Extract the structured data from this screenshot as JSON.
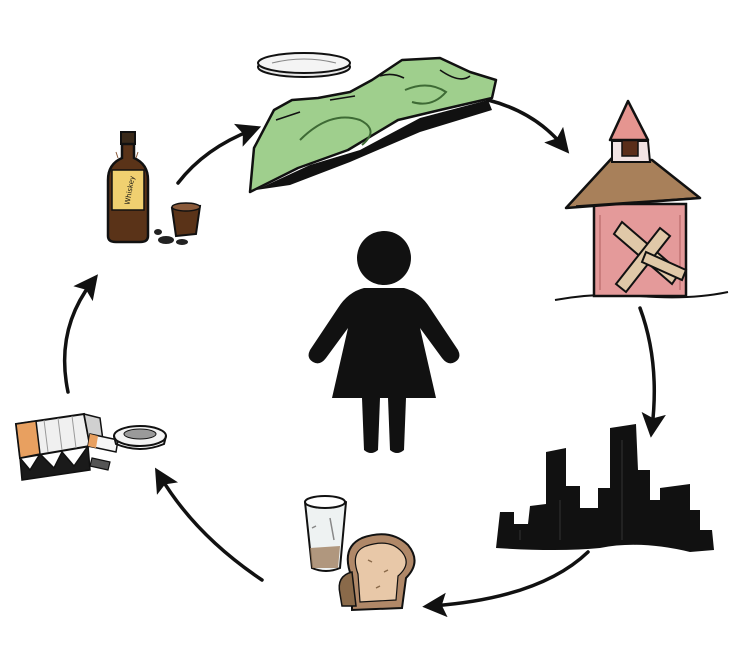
{
  "diagram": {
    "type": "cycle",
    "center_icon": "woman-silhouette-icon",
    "bottle_label": "Whiskey",
    "nodes": [
      {
        "id": "money",
        "icon": "cash-and-coin-icon"
      },
      {
        "id": "church",
        "icon": "boarded-up-church-icon"
      },
      {
        "id": "city",
        "icon": "city-skyline-icon"
      },
      {
        "id": "bread-water",
        "icon": "bread-and-water-icon"
      },
      {
        "id": "cigarettes",
        "icon": "cigarettes-and-ashtray-icon"
      },
      {
        "id": "alcohol",
        "icon": "liquor-bottle-and-shot-glass-icon"
      }
    ],
    "arrow_direction": "clockwise"
  },
  "colors": {
    "ink": "#111111",
    "money_green": "#9fcf8d",
    "roof_brown": "#a8805a",
    "church_wall": "#e49a9a",
    "steeple": "#e59590",
    "bottle_brown": "#5a3318",
    "bottle_label": "#f0d070",
    "bread_crust": "#b08868",
    "bread_inside": "#e8c8a8",
    "cigarette_filter": "#e8a060"
  }
}
